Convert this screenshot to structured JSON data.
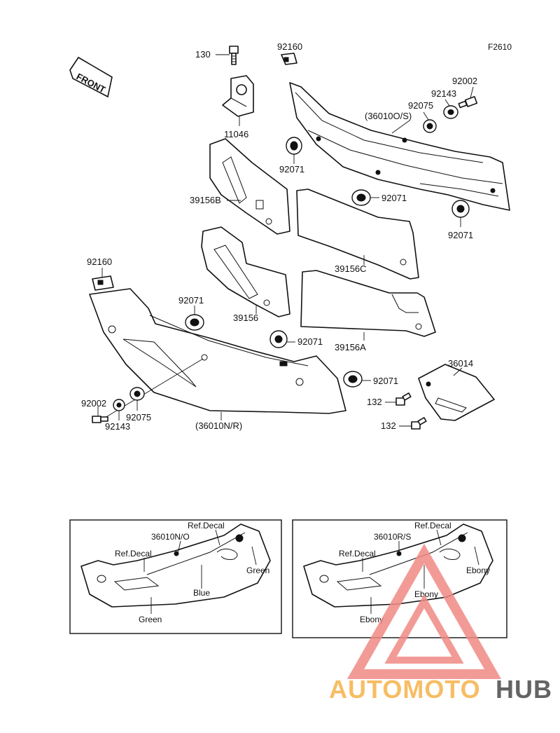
{
  "figure_code": "F2610",
  "front_label": "FRONT",
  "part_labels": {
    "bolt_top": "130",
    "clip_top": "92160",
    "bracket": "11046",
    "bolt_right_top": "92002",
    "washer_right_top": "92143",
    "collar_right_top": "92075",
    "upper_cowl": "(36010O/S)",
    "grommet_a": "92071",
    "grommet_b": "92071",
    "grommet_c": "92071",
    "cover_39156b": "39156B",
    "cover_39156c": "39156C",
    "clip_left": "92160",
    "grommet_d": "92071",
    "grommet_e": "92071",
    "grommet_f": "92071",
    "cover_39156": "39156",
    "cover_39156a": "39156A",
    "guard_36014": "36014",
    "bolt_132_a": "132",
    "bolt_132_b": "132",
    "bolt_left_bottom": "92002",
    "washer_left_bottom": "92143",
    "collar_left_bottom": "92075",
    "lower_cowl": "(36010N/R)"
  },
  "insets": {
    "left": {
      "part": "36010N/O",
      "ref_decal_1": "Ref.Decal",
      "ref_decal_2": "Ref.Decal",
      "color_1": "Green",
      "color_2": "Blue",
      "color_3": "Green"
    },
    "right": {
      "part": "36010R/S",
      "ref_decal_1": "Ref.Decal",
      "ref_decal_2": "Ref.Decal",
      "color_1": "Ebony",
      "color_2": "Ebony",
      "color_3": "Ebony"
    }
  },
  "watermark": {
    "text_part1": "AUTOMOTO",
    "text_part2": "HUB",
    "color_primary": "#f08a84",
    "color_secondary": "#f6b24a",
    "color_dark": "#4a4a4a"
  }
}
